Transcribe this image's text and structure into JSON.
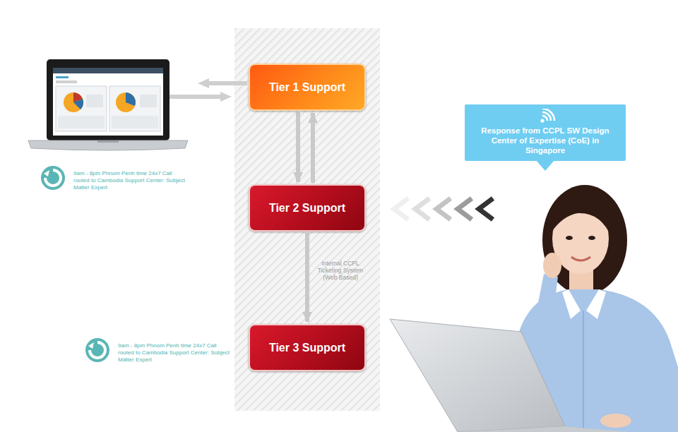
{
  "diagram": {
    "nodes": [
      {
        "text": [
          "Tier 1 Support"
        ]
      },
      {
        "text": [
          "Tier 2 Support"
        ]
      },
      {
        "text": [
          "Tier 3 Support"
        ]
      },
      {
        "text": [
          "Response from CCPL SW Design Center of Expertise (CoE) in Singapore"
        ]
      }
    ],
    "edges": [
      {
        "from": 0,
        "to": 1,
        "arrow": "to"
      },
      {
        "from": 1,
        "to": 0,
        "arrow": "to"
      },
      {
        "from": 1,
        "to": 2,
        "label": "Internal CCPL Ticketing System (Web Based)",
        "arrow": "to"
      }
    ],
    "labels": [
      "9am - 8pm Phnom Penh time 24x7 Call routed to Cambodia Support Center: Subject Matter Expert",
      "9am - 8pm Phnom Penh time 24x7 Call routed to Cambodia Support Center: Subject Matter Expert"
    ]
  }
}
